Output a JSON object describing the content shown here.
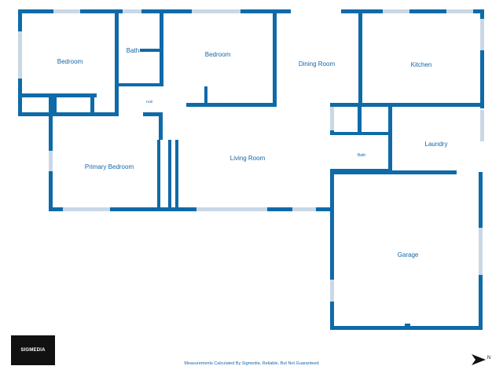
{
  "rooms": {
    "bedroom_1": "Bedroom",
    "bath_1": "Bath",
    "bedroom_2": "Bedroom",
    "dining_room": "Dining Room",
    "kitchen": "Kitchen",
    "hall": "Hall",
    "primary_bedroom": "Primary Bedroom",
    "living_room": "Living Room",
    "bath_2": "Bath",
    "laundry": "Laundry",
    "garage": "Garage"
  },
  "footer": {
    "disclaimer": "Measurements Calculated By Sigmedia. Reliable, But Not Guaranteed"
  },
  "logo": {
    "text": "SIGMEDIA"
  },
  "compass": {
    "letter": "N",
    "icon": "north-arrow-icon"
  },
  "colors": {
    "wall": "#0f6aa8",
    "label": "#1565a8",
    "window": "#c9d8e6"
  }
}
